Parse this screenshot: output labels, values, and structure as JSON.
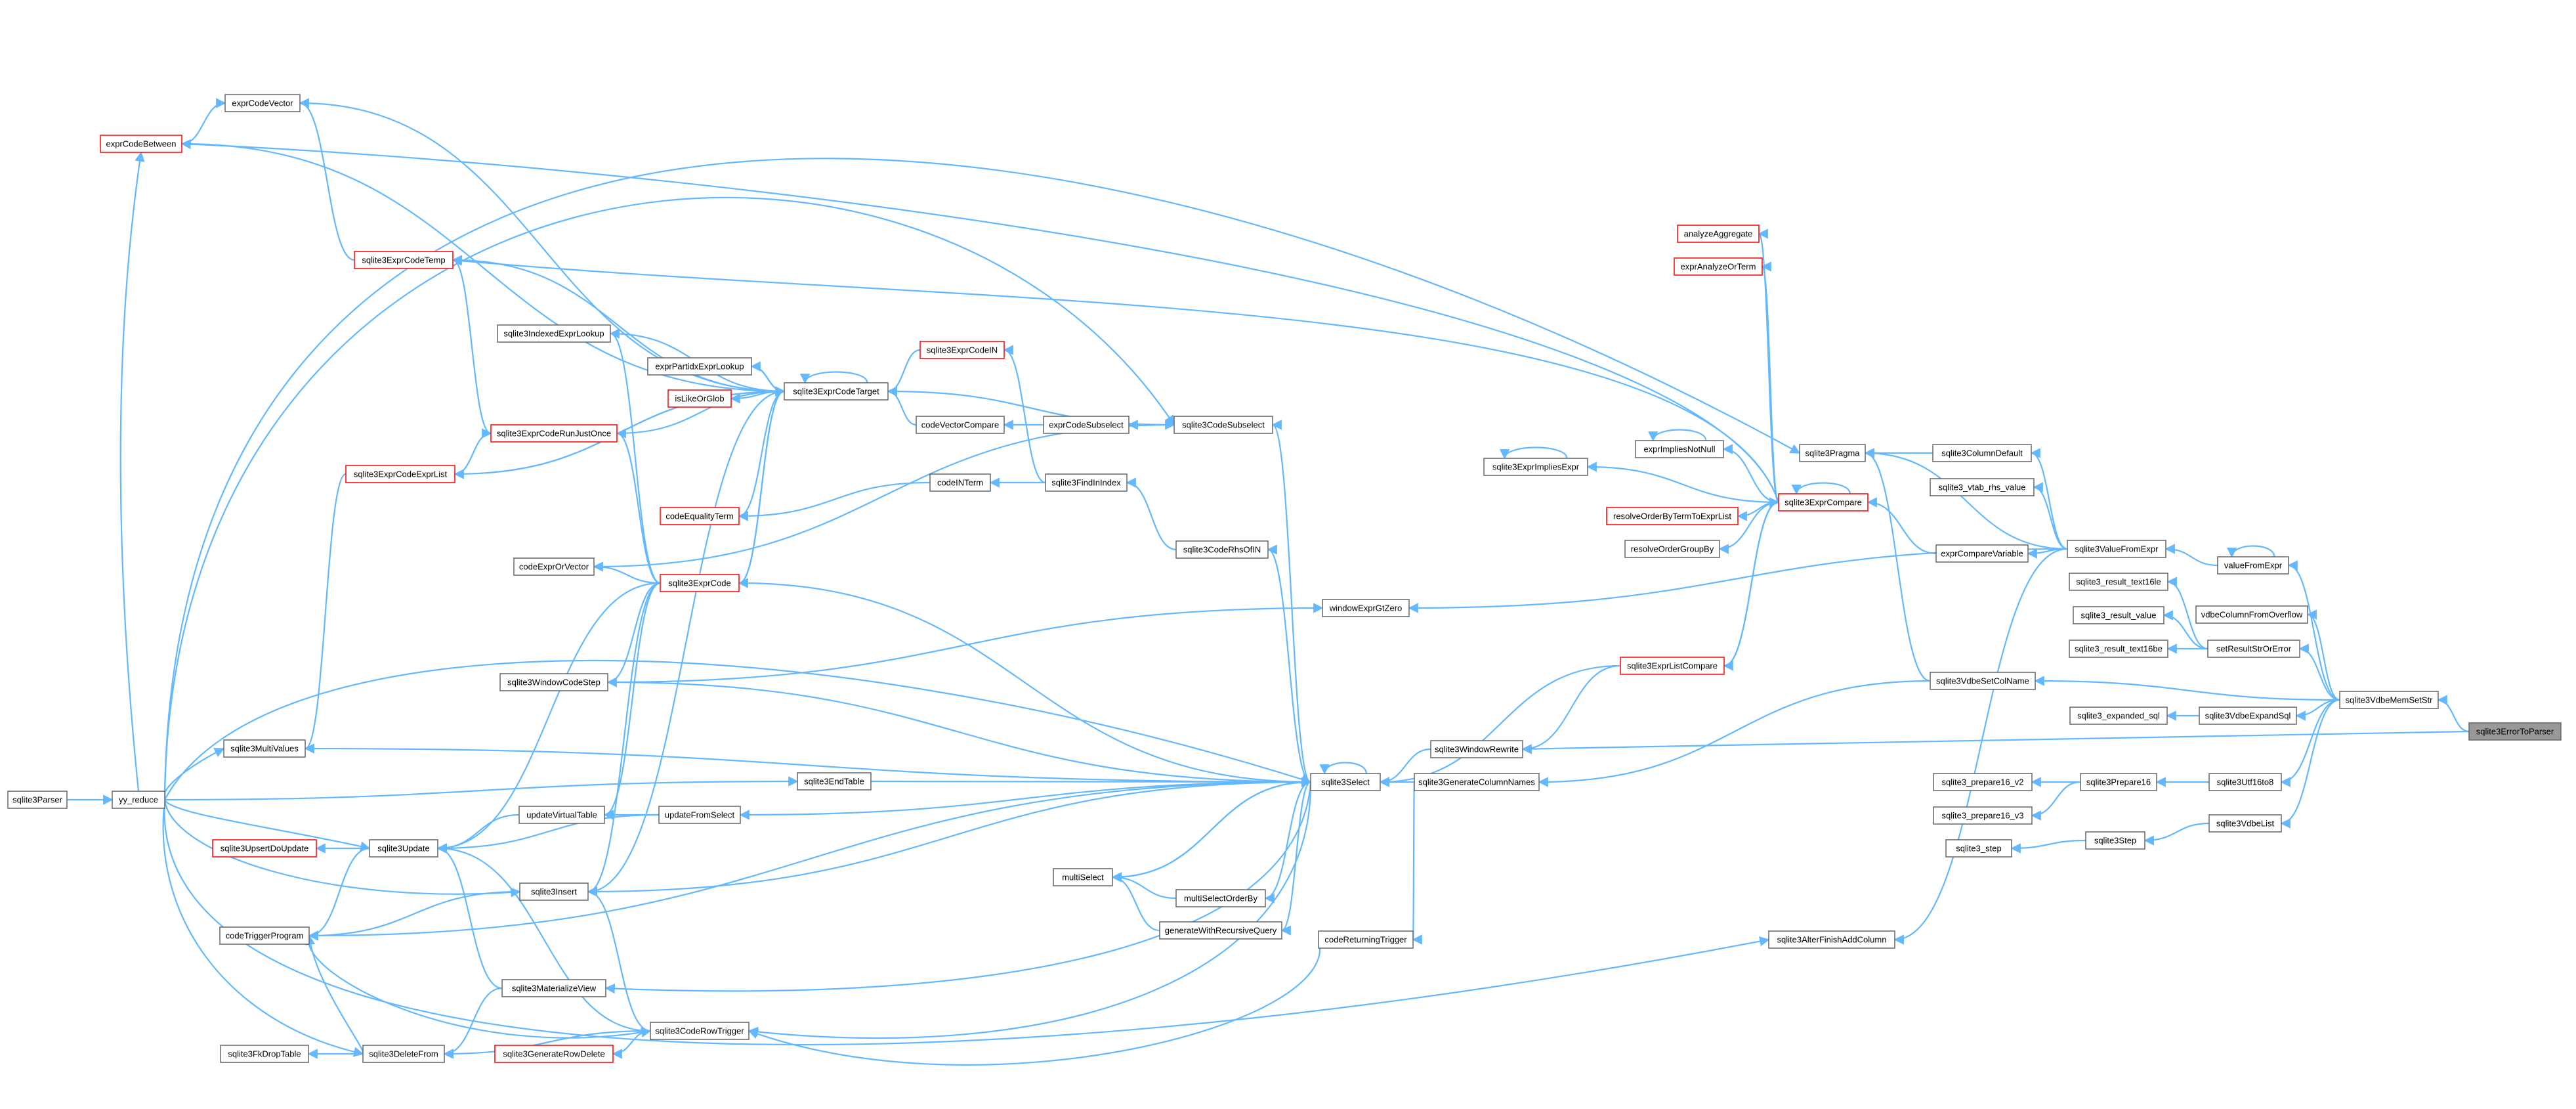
{
  "graph": {
    "root": "sqlite3ErrorToParser",
    "nodes": [
      {
        "id": "sqlite3ErrorToParser",
        "label": "sqlite3ErrorToParser",
        "style": "root"
      },
      {
        "id": "sqlite3VdbeMemSetStr",
        "label": "sqlite3VdbeMemSetStr",
        "style": "normal"
      },
      {
        "id": "sqlite3WindowRewrite",
        "label": "sqlite3WindowRewrite",
        "style": "normal"
      },
      {
        "id": "valueFromExpr",
        "label": "valueFromExpr",
        "style": "normal"
      },
      {
        "id": "vdbeColumnFromOverflow",
        "label": "vdbeColumnFromOverflow",
        "style": "normal"
      },
      {
        "id": "setResultStrOrError",
        "label": "setResultStrOrError",
        "style": "normal"
      },
      {
        "id": "sqlite3VdbeExpandSql",
        "label": "sqlite3VdbeExpandSql",
        "style": "normal"
      },
      {
        "id": "sqlite3Utf16to8",
        "label": "sqlite3Utf16to8",
        "style": "normal"
      },
      {
        "id": "sqlite3VdbeList",
        "label": "sqlite3VdbeList",
        "style": "normal"
      },
      {
        "id": "sqlite3ValueFromExpr",
        "label": "sqlite3ValueFromExpr",
        "style": "normal"
      },
      {
        "id": "sqlite3_result_text16le",
        "label": "sqlite3_result_text16le",
        "style": "normal"
      },
      {
        "id": "sqlite3_result_value",
        "label": "sqlite3_result_value",
        "style": "normal"
      },
      {
        "id": "sqlite3_result_text16be",
        "label": "sqlite3_result_text16be",
        "style": "normal"
      },
      {
        "id": "sqlite3_expanded_sql",
        "label": "sqlite3_expanded_sql",
        "style": "normal"
      },
      {
        "id": "sqlite3Prepare16",
        "label": "sqlite3Prepare16",
        "style": "normal"
      },
      {
        "id": "sqlite3Step",
        "label": "sqlite3Step",
        "style": "normal"
      },
      {
        "id": "sqlite3_prepare16_v2",
        "label": "sqlite3_prepare16_v2",
        "style": "normal"
      },
      {
        "id": "sqlite3_prepare16_v3",
        "label": "sqlite3_prepare16_v3",
        "style": "normal"
      },
      {
        "id": "sqlite3_step",
        "label": "sqlite3_step",
        "style": "normal"
      },
      {
        "id": "sqlite3ColumnDefault",
        "label": "sqlite3ColumnDefault",
        "style": "normal"
      },
      {
        "id": "sqlite3_vtab_rhs_value",
        "label": "sqlite3_vtab_rhs_value",
        "style": "normal"
      },
      {
        "id": "exprCompareVariable",
        "label": "exprCompareVariable",
        "style": "normal"
      },
      {
        "id": "sqlite3Pragma",
        "label": "sqlite3Pragma",
        "style": "normal"
      },
      {
        "id": "sqlite3VdbeSetColName",
        "label": "sqlite3VdbeSetColName",
        "style": "normal"
      },
      {
        "id": "sqlite3AlterFinishAddColumn",
        "label": "sqlite3AlterFinishAddColumn",
        "style": "normal"
      },
      {
        "id": "sqlite3ExprCompare",
        "label": "sqlite3ExprCompare",
        "style": "red"
      },
      {
        "id": "analyzeAggregate",
        "label": "analyzeAggregate",
        "style": "red"
      },
      {
        "id": "exprAnalyzeOrTerm",
        "label": "exprAnalyzeOrTerm",
        "style": "red"
      },
      {
        "id": "exprImpliesNotNull",
        "label": "exprImpliesNotNull",
        "style": "normal"
      },
      {
        "id": "sqlite3ExprImpliesExpr",
        "label": "sqlite3ExprImpliesExpr",
        "style": "normal"
      },
      {
        "id": "resolveOrderByTermToExprList",
        "label": "resolveOrderByTermToExprList",
        "style": "red"
      },
      {
        "id": "resolveOrderGroupBy",
        "label": "resolveOrderGroupBy",
        "style": "normal"
      },
      {
        "id": "sqlite3ExprListCompare",
        "label": "sqlite3ExprListCompare",
        "style": "red"
      },
      {
        "id": "sqlite3GenerateColumnNames",
        "label": "sqlite3GenerateColumnNames",
        "style": "normal"
      },
      {
        "id": "sqlite3Select",
        "label": "sqlite3Select",
        "style": "normal"
      },
      {
        "id": "windowExprGtZero",
        "label": "windowExprGtZero",
        "style": "normal"
      },
      {
        "id": "codeReturningTrigger",
        "label": "codeReturningTrigger",
        "style": "normal"
      },
      {
        "id": "multiSelect",
        "label": "multiSelect",
        "style": "normal"
      },
      {
        "id": "multiSelectOrderBy",
        "label": "multiSelectOrderBy",
        "style": "normal"
      },
      {
        "id": "generateWithRecursiveQuery",
        "label": "generateWithRecursiveQuery",
        "style": "normal"
      },
      {
        "id": "sqlite3CodeSubselect",
        "label": "sqlite3CodeSubselect",
        "style": "normal"
      },
      {
        "id": "sqlite3CodeRhsOfIN",
        "label": "sqlite3CodeRhsOfIN",
        "style": "normal"
      },
      {
        "id": "sqlite3FindInIndex",
        "label": "sqlite3FindInIndex",
        "style": "normal"
      },
      {
        "id": "exprCodeSubselect",
        "label": "exprCodeSubselect",
        "style": "normal"
      },
      {
        "id": "codeVectorCompare",
        "label": "codeVectorCompare",
        "style": "normal"
      },
      {
        "id": "codeINTerm",
        "label": "codeINTerm",
        "style": "normal"
      },
      {
        "id": "sqlite3ExprCodeIN",
        "label": "sqlite3ExprCodeIN",
        "style": "red"
      },
      {
        "id": "sqlite3ExprCodeTarget",
        "label": "sqlite3ExprCodeTarget",
        "style": "normal"
      },
      {
        "id": "exprPartidxExprLookup",
        "label": "exprPartidxExprLookup",
        "style": "normal"
      },
      {
        "id": "isLikeOrGlob",
        "label": "isLikeOrGlob",
        "style": "red"
      },
      {
        "id": "codeEqualityTerm",
        "label": "codeEqualityTerm",
        "style": "red"
      },
      {
        "id": "sqlite3ExprCode",
        "label": "sqlite3ExprCode",
        "style": "red"
      },
      {
        "id": "codeExprOrVector",
        "label": "codeExprOrVector",
        "style": "normal"
      },
      {
        "id": "sqlite3IndexedExprLookup",
        "label": "sqlite3IndexedExprLookup",
        "style": "normal"
      },
      {
        "id": "sqlite3ExprCodeRunJustOnce",
        "label": "sqlite3ExprCodeRunJustOnce",
        "style": "red"
      },
      {
        "id": "sqlite3ExprCodeExprList",
        "label": "sqlite3ExprCodeExprList",
        "style": "red"
      },
      {
        "id": "sqlite3ExprCodeTemp",
        "label": "sqlite3ExprCodeTemp",
        "style": "red"
      },
      {
        "id": "exprCodeVector",
        "label": "exprCodeVector",
        "style": "normal"
      },
      {
        "id": "exprCodeBetween",
        "label": "exprCodeBetween",
        "style": "red"
      },
      {
        "id": "sqlite3WindowCodeStep",
        "label": "sqlite3WindowCodeStep",
        "style": "normal"
      },
      {
        "id": "sqlite3MultiValues",
        "label": "sqlite3MultiValues",
        "style": "normal"
      },
      {
        "id": "sqlite3EndTable",
        "label": "sqlite3EndTable",
        "style": "normal"
      },
      {
        "id": "updateFromSelect",
        "label": "updateFromSelect",
        "style": "normal"
      },
      {
        "id": "updateVirtualTable",
        "label": "updateVirtualTable",
        "style": "normal"
      },
      {
        "id": "sqlite3Update",
        "label": "sqlite3Update",
        "style": "normal"
      },
      {
        "id": "sqlite3UpsertDoUpdate",
        "label": "sqlite3UpsertDoUpdate",
        "style": "red"
      },
      {
        "id": "sqlite3Insert",
        "label": "sqlite3Insert",
        "style": "normal"
      },
      {
        "id": "codeTriggerProgram",
        "label": "codeTriggerProgram",
        "style": "normal"
      },
      {
        "id": "sqlite3MaterializeView",
        "label": "sqlite3MaterializeView",
        "style": "normal"
      },
      {
        "id": "sqlite3CodeRowTrigger",
        "label": "sqlite3CodeRowTrigger",
        "style": "normal"
      },
      {
        "id": "sqlite3DeleteFrom",
        "label": "sqlite3DeleteFrom",
        "style": "normal"
      },
      {
        "id": "sqlite3GenerateRowDelete",
        "label": "sqlite3GenerateRowDelete",
        "style": "red"
      },
      {
        "id": "sqlite3FkDropTable",
        "label": "sqlite3FkDropTable",
        "style": "normal"
      },
      {
        "id": "yy_reduce",
        "label": "yy_reduce",
        "style": "normal"
      },
      {
        "id": "sqlite3Parser",
        "label": "sqlite3Parser",
        "style": "normal"
      }
    ],
    "edges": [
      [
        "sqlite3VdbeMemSetStr",
        "sqlite3ErrorToParser"
      ],
      [
        "sqlite3WindowRewrite",
        "sqlite3ErrorToParser"
      ],
      [
        "valueFromExpr",
        "sqlite3VdbeMemSetStr"
      ],
      [
        "valueFromExpr",
        "valueFromExpr"
      ],
      [
        "vdbeColumnFromOverflow",
        "sqlite3VdbeMemSetStr"
      ],
      [
        "setResultStrOrError",
        "sqlite3VdbeMemSetStr"
      ],
      [
        "sqlite3VdbeExpandSql",
        "sqlite3VdbeMemSetStr"
      ],
      [
        "sqlite3Utf16to8",
        "sqlite3VdbeMemSetStr"
      ],
      [
        "sqlite3VdbeList",
        "sqlite3VdbeMemSetStr"
      ],
      [
        "sqlite3VdbeSetColName",
        "sqlite3VdbeMemSetStr"
      ],
      [
        "sqlite3ValueFromExpr",
        "valueFromExpr"
      ],
      [
        "sqlite3_result_text16le",
        "setResultStrOrError"
      ],
      [
        "sqlite3_result_value",
        "setResultStrOrError"
      ],
      [
        "sqlite3_result_text16be",
        "setResultStrOrError"
      ],
      [
        "sqlite3_expanded_sql",
        "sqlite3VdbeExpandSql"
      ],
      [
        "sqlite3Prepare16",
        "sqlite3Utf16to8"
      ],
      [
        "sqlite3Step",
        "sqlite3VdbeList"
      ],
      [
        "sqlite3_prepare16_v2",
        "sqlite3Prepare16"
      ],
      [
        "sqlite3_prepare16_v3",
        "sqlite3Prepare16"
      ],
      [
        "sqlite3_step",
        "sqlite3Step"
      ],
      [
        "sqlite3ColumnDefault",
        "sqlite3ValueFromExpr"
      ],
      [
        "sqlite3_vtab_rhs_value",
        "sqlite3ValueFromExpr"
      ],
      [
        "exprCompareVariable",
        "sqlite3ValueFromExpr"
      ],
      [
        "sqlite3Pragma",
        "sqlite3ValueFromExpr"
      ],
      [
        "sqlite3AlterFinishAddColumn",
        "sqlite3ValueFromExpr"
      ],
      [
        "windowExprGtZero",
        "sqlite3ValueFromExpr"
      ],
      [
        "sqlite3Pragma",
        "sqlite3ColumnDefault"
      ],
      [
        "sqlite3ExprCompare",
        "exprCompareVariable"
      ],
      [
        "sqlite3ExprCompare",
        "sqlite3ExprCompare"
      ],
      [
        "analyzeAggregate",
        "sqlite3ExprCompare"
      ],
      [
        "exprAnalyzeOrTerm",
        "sqlite3ExprCompare"
      ],
      [
        "exprImpliesNotNull",
        "sqlite3ExprCompare"
      ],
      [
        "exprImpliesNotNull",
        "exprImpliesNotNull"
      ],
      [
        "sqlite3ExprImpliesExpr",
        "sqlite3ExprCompare"
      ],
      [
        "sqlite3ExprImpliesExpr",
        "sqlite3ExprImpliesExpr"
      ],
      [
        "resolveOrderByTermToExprList",
        "sqlite3ExprCompare"
      ],
      [
        "resolveOrderGroupBy",
        "sqlite3ExprCompare"
      ],
      [
        "sqlite3ExprListCompare",
        "sqlite3ExprCompare"
      ],
      [
        "sqlite3ExprCompare",
        "sqlite3ExprListCompare"
      ],
      [
        "sqlite3ExprCodeTemp",
        "sqlite3ExprCompare"
      ],
      [
        "exprCodeBetween",
        "sqlite3ExprCompare"
      ],
      [
        "sqlite3WindowRewrite",
        "sqlite3ExprListCompare"
      ],
      [
        "sqlite3Select",
        "sqlite3ExprListCompare"
      ],
      [
        "sqlite3Pragma",
        "sqlite3VdbeSetColName"
      ],
      [
        "sqlite3GenerateColumnNames",
        "sqlite3VdbeSetColName"
      ],
      [
        "sqlite3Select",
        "sqlite3WindowRewrite"
      ],
      [
        "sqlite3Select",
        "sqlite3GenerateColumnNames"
      ],
      [
        "codeReturningTrigger",
        "sqlite3GenerateColumnNames"
      ],
      [
        "sqlite3Select",
        "sqlite3Select"
      ],
      [
        "multiSelect",
        "sqlite3Select"
      ],
      [
        "sqlite3Select",
        "multiSelect"
      ],
      [
        "multiSelectOrderBy",
        "sqlite3Select"
      ],
      [
        "multiSelect",
        "multiSelectOrderBy"
      ],
      [
        "generateWithRecursiveQuery",
        "sqlite3Select"
      ],
      [
        "multiSelect",
        "generateWithRecursiveQuery"
      ],
      [
        "sqlite3CodeSubselect",
        "sqlite3Select"
      ],
      [
        "sqlite3CodeRhsOfIN",
        "sqlite3Select"
      ],
      [
        "sqlite3FindInIndex",
        "sqlite3CodeRhsOfIN"
      ],
      [
        "exprCodeSubselect",
        "sqlite3CodeSubselect"
      ],
      [
        "codeVectorCompare",
        "exprCodeSubselect"
      ],
      [
        "codeINTerm",
        "sqlite3FindInIndex"
      ],
      [
        "sqlite3ExprCodeIN",
        "sqlite3FindInIndex"
      ],
      [
        "sqlite3ExprCodeTarget",
        "sqlite3ExprCodeIN"
      ],
      [
        "sqlite3ExprCodeTarget",
        "codeVectorCompare"
      ],
      [
        "sqlite3ExprCodeTarget",
        "sqlite3CodeSubselect"
      ],
      [
        "sqlite3ExprCodeTarget",
        "sqlite3ExprCodeTarget"
      ],
      [
        "exprPartidxExprLookup",
        "sqlite3ExprCodeTarget"
      ],
      [
        "sqlite3ExprCodeTarget",
        "exprPartidxExprLookup"
      ],
      [
        "isLikeOrGlob",
        "sqlite3ExprCodeTarget"
      ],
      [
        "codeEqualityTerm",
        "sqlite3ExprCodeTarget"
      ],
      [
        "codeEqualityTerm",
        "codeINTerm"
      ],
      [
        "sqlite3ExprCode",
        "sqlite3ExprCodeTarget"
      ],
      [
        "sqlite3ExprCodeTarget",
        "sqlite3ExprCode"
      ],
      [
        "sqlite3ExprCodeTarget",
        "sqlite3IndexedExprLookup"
      ],
      [
        "sqlite3ExprCodeTarget",
        "sqlite3ExprCodeRunJustOnce"
      ],
      [
        "sqlite3ExprCodeTarget",
        "sqlite3ExprCodeExprList"
      ],
      [
        "sqlite3ExprCodeTarget",
        "sqlite3ExprCodeTemp"
      ],
      [
        "sqlite3ExprCodeTarget",
        "exprCodeVector"
      ],
      [
        "sqlite3ExprCodeTarget",
        "exprCodeBetween"
      ],
      [
        "sqlite3ExprCodeRunJustOnce",
        "sqlite3ExprCodeExprList"
      ],
      [
        "sqlite3ExprCodeExprList",
        "sqlite3ExprCodeTarget"
      ],
      [
        "sqlite3ExprCodeTemp",
        "sqlite3ExprCodeRunJustOnce"
      ],
      [
        "exprCodeVector",
        "sqlite3ExprCodeTemp"
      ],
      [
        "exprCodeVector",
        "exprCodeBetween"
      ],
      [
        "sqlite3IndexedExprLookup",
        "sqlite3ExprCode"
      ],
      [
        "sqlite3ExprCodeRunJustOnce",
        "sqlite3ExprCode"
      ],
      [
        "codeExprOrVector",
        "sqlite3ExprCode"
      ],
      [
        "sqlite3CodeSubselect",
        "codeExprOrVector"
      ],
      [
        "sqlite3WindowCodeStep",
        "sqlite3ExprCode"
      ],
      [
        "sqlite3Select",
        "sqlite3WindowCodeStep"
      ],
      [
        "windowExprGtZero",
        "sqlite3WindowCodeStep"
      ],
      [
        "sqlite3Select",
        "sqlite3ExprCode"
      ],
      [
        "sqlite3MultiValues",
        "sqlite3ExprCodeExprList"
      ],
      [
        "sqlite3Select",
        "sqlite3MultiValues"
      ],
      [
        "sqlite3EndTable",
        "yy_reduce"
      ],
      [
        "sqlite3Select",
        "sqlite3EndTable"
      ],
      [
        "updateFromSelect",
        "sqlite3Select"
      ],
      [
        "updateVirtualTable",
        "updateFromSelect"
      ],
      [
        "sqlite3Update",
        "updateVirtualTable"
      ],
      [
        "sqlite3Update",
        "updateFromSelect"
      ],
      [
        "sqlite3Update",
        "sqlite3ExprCode"
      ],
      [
        "sqlite3UpsertDoUpdate",
        "sqlite3Update"
      ],
      [
        "updateVirtualTable",
        "sqlite3ExprCode"
      ],
      [
        "sqlite3Insert",
        "sqlite3ExprCode"
      ],
      [
        "sqlite3Insert",
        "sqlite3ExprCodeTarget"
      ],
      [
        "sqlite3Select",
        "sqlite3Insert"
      ],
      [
        "sqlite3Insert",
        "sqlite3CodeRowTrigger"
      ],
      [
        "sqlite3Update",
        "sqlite3CodeRowTrigger"
      ],
      [
        "sqlite3DeleteFrom",
        "sqlite3CodeRowTrigger"
      ],
      [
        "sqlite3GenerateRowDelete",
        "sqlite3CodeRowTrigger"
      ],
      [
        "codeTriggerProgram",
        "sqlite3Update"
      ],
      [
        "codeTriggerProgram",
        "sqlite3Insert"
      ],
      [
        "codeTriggerProgram",
        "sqlite3DeleteFrom"
      ],
      [
        "sqlite3Select",
        "codeTriggerProgram"
      ],
      [
        "sqlite3CodeRowTrigger",
        "codeTriggerProgram"
      ],
      [
        "sqlite3MaterializeView",
        "sqlite3Select"
      ],
      [
        "sqlite3Update",
        "sqlite3MaterializeView"
      ],
      [
        "sqlite3DeleteFrom",
        "sqlite3MaterializeView"
      ],
      [
        "sqlite3CodeRowTrigger",
        "codeReturningTrigger"
      ],
      [
        "sqlite3CodeRowTrigger",
        "sqlite3Select"
      ],
      [
        "sqlite3FkDropTable",
        "sqlite3DeleteFrom"
      ],
      [
        "sqlite3DeleteFrom",
        "yy_reduce"
      ],
      [
        "sqlite3Update",
        "yy_reduce"
      ],
      [
        "sqlite3Insert",
        "yy_reduce"
      ],
      [
        "sqlite3MultiValues",
        "yy_reduce"
      ],
      [
        "sqlite3Select",
        "yy_reduce"
      ],
      [
        "sqlite3AlterFinishAddColumn",
        "yy_reduce"
      ],
      [
        "sqlite3Pragma",
        "yy_reduce"
      ],
      [
        "sqlite3CodeSubselect",
        "yy_reduce"
      ],
      [
        "exprCodeBetween",
        "yy_reduce"
      ],
      [
        "yy_reduce",
        "sqlite3Parser"
      ]
    ]
  }
}
